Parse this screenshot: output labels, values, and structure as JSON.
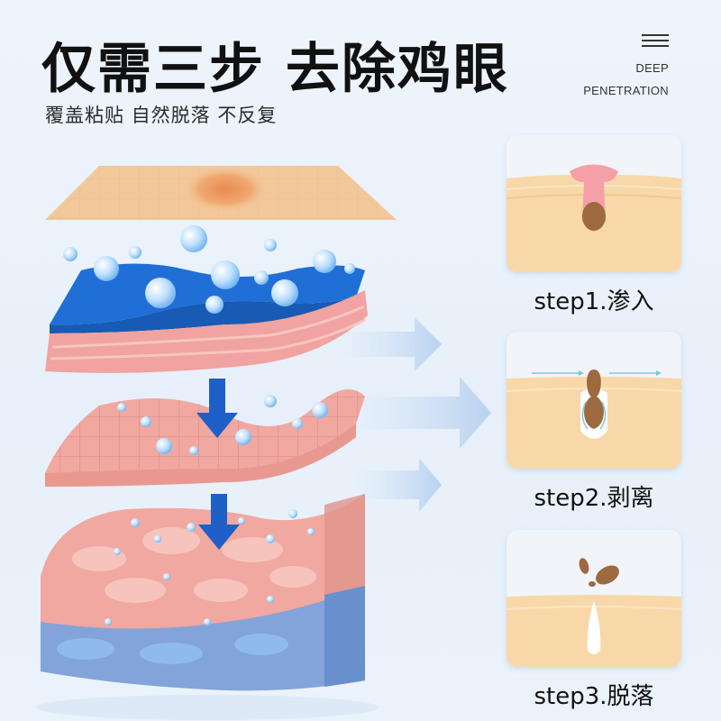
{
  "header": {
    "title": "仅需三步  去除鸡眼",
    "subtitle": "覆盖粘贴 自然脱落 不反复",
    "badge_line1": "DEEP",
    "badge_line2": "PENETRATION",
    "menu_icon": "menu-icon"
  },
  "steps": [
    {
      "label": "step1.渗入"
    },
    {
      "label": "step2.剥离"
    },
    {
      "label": "step3.脱落"
    }
  ],
  "colors": {
    "skin": "#f8d8a8",
    "skin_deep": "#f3c48a",
    "patch": "#f2c89a",
    "blue": "#1f6fd6",
    "pink": "#f0a3a0",
    "corn": "#9c6a3e"
  }
}
